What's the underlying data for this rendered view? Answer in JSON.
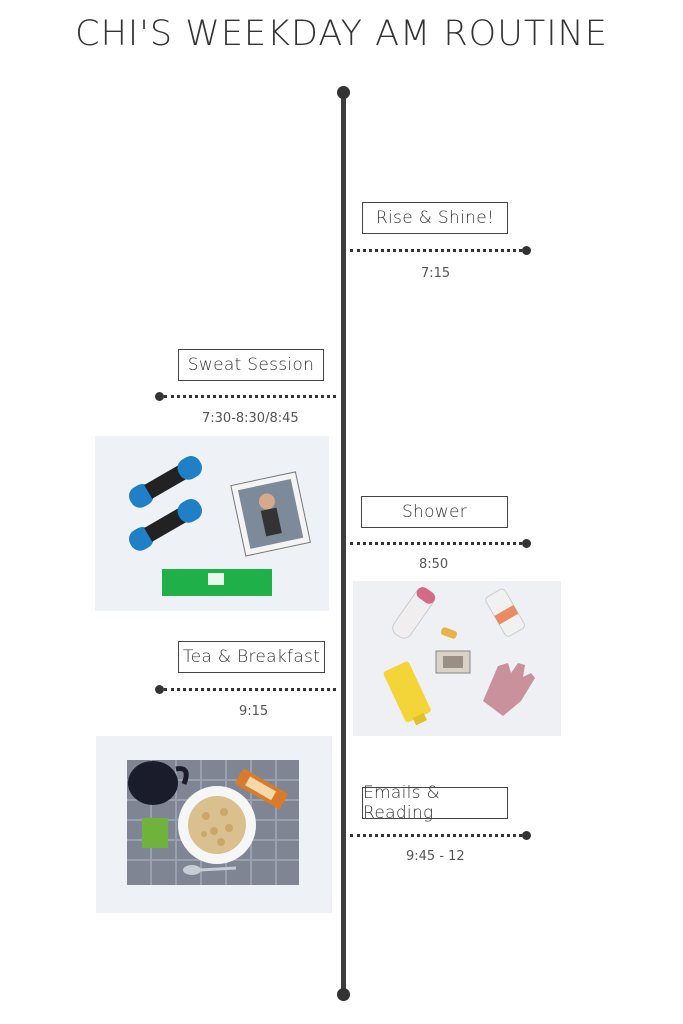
{
  "title": "CHI'S WEEKDAY AM ROUTINE",
  "events": [
    {
      "label": "Rise & Shine!",
      "time": "7:15"
    },
    {
      "label": "Sweat Session",
      "time": "7:30-8:30/8:45"
    },
    {
      "label": "Shower",
      "time": "8:50"
    },
    {
      "label": "Tea & Breakfast",
      "time": "9:15"
    },
    {
      "label": "Emails & Reading",
      "time": "9:45 - 12"
    }
  ],
  "colors": {
    "line": "#3d3d3d",
    "dumbbell": "#1f7fc7",
    "band": "#1fb04a",
    "lotion": "#f3d53a",
    "glove": "#c9919b"
  }
}
